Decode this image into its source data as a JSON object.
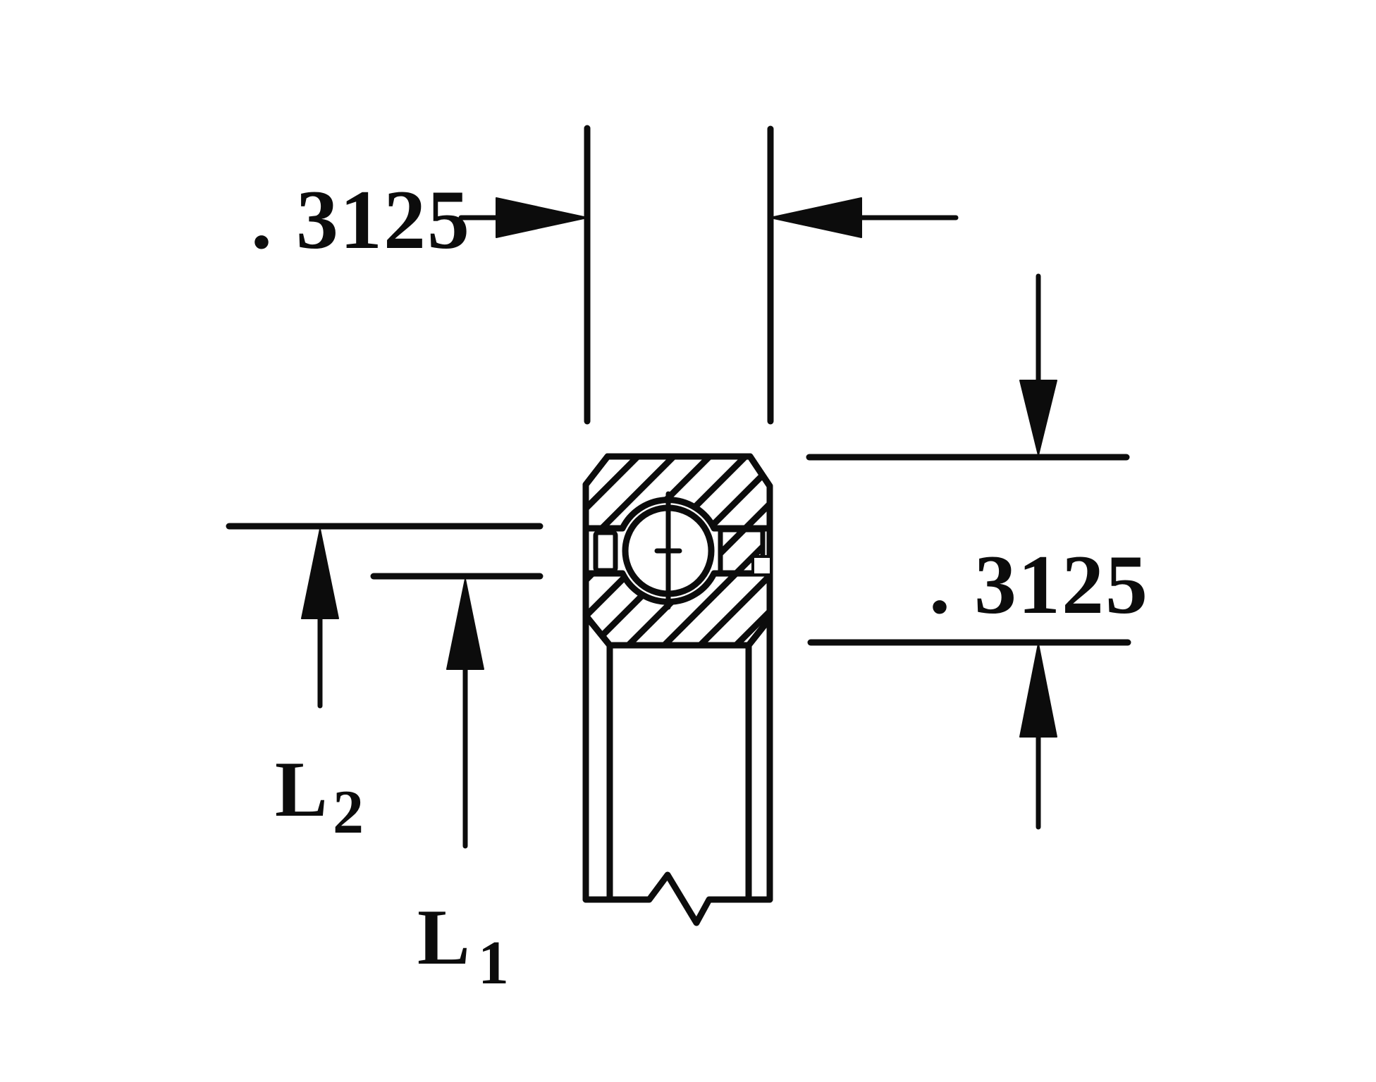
{
  "drawing": {
    "type": "bearing cross-section dimension drawing",
    "ink_color": "#0c0c0c",
    "paper_color": "#ffffff",
    "dims": {
      "top_width": ". 3125",
      "right_height": ". 3125",
      "l2_base": "L",
      "l2_sub": "2",
      "l1_base": "L",
      "l1_sub": "1"
    }
  }
}
